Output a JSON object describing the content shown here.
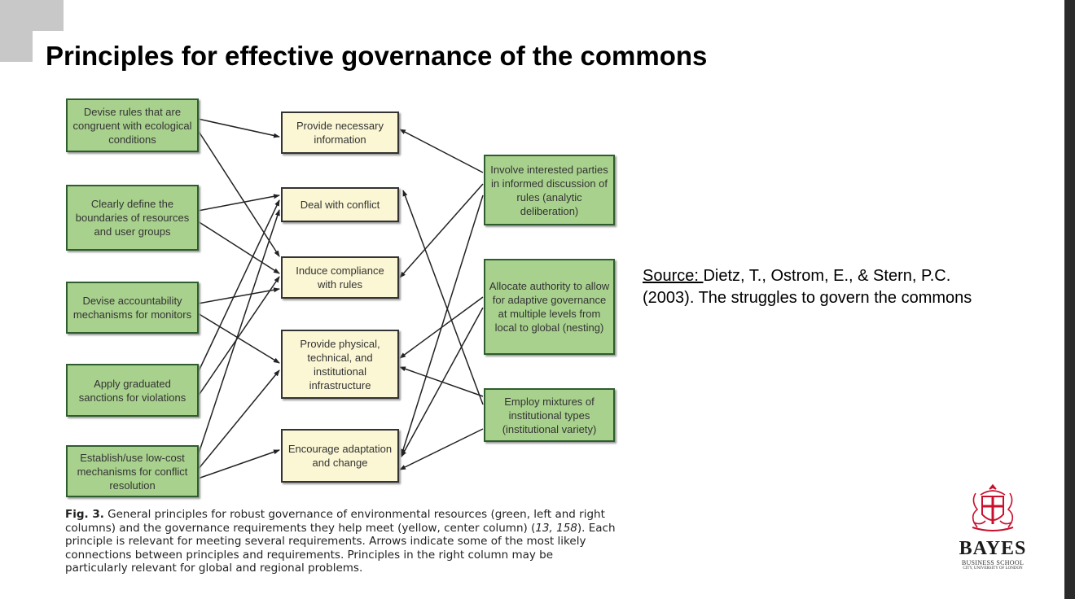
{
  "slide": {
    "title": "Principles for effective governance of the commons",
    "source_label": "Source: ",
    "source_text": "Dietz, T., Ostrom, E., & Stern, P.C. (2003). The struggles to govern the commons"
  },
  "diagram": {
    "left_principles": [
      "Devise rules that are congruent with ecological conditions",
      "Clearly define the boundaries of resources and user groups",
      "Devise accountability mechanisms for monitors",
      "Apply graduated sanctions for violations",
      "Establish/use low-cost mechanisms for conflict resolution"
    ],
    "requirements": [
      "Provide necessary information",
      "Deal with conflict",
      "Induce compliance with rules",
      "Provide physical, technical, and institutional infrastructure",
      "Encourage adaptation and change"
    ],
    "right_principles": [
      "Involve interested parties in informed discussion of rules (analytic deliberation)",
      "Allocate authority to allow for adaptive governance at multiple levels from local to global (nesting)",
      "Employ mixtures of institutional types (institutional variety)"
    ],
    "colors": {
      "principle_fill": "#a9d18e",
      "requirement_fill": "#fbf7d4",
      "arrow": "#222222"
    }
  },
  "caption": {
    "label": "Fig. 3.",
    "text_1": " General principles for robust governance of environmental resources (green, left and right columns) and the governance requirements they help meet (yellow, center column) (",
    "ref_italic": "13, 158",
    "text_2": "). Each principle is relevant for meeting several requirements. Arrows indicate some of the most likely connections between principles and requirements. Principles in the right column may be particularly relevant for global and regional problems."
  },
  "logo": {
    "name": "BAYES",
    "sub": "BUSINESS SCHOOL",
    "sub2": "CITY, UNIVERSITY OF LONDON",
    "icon": "crest-icon"
  }
}
